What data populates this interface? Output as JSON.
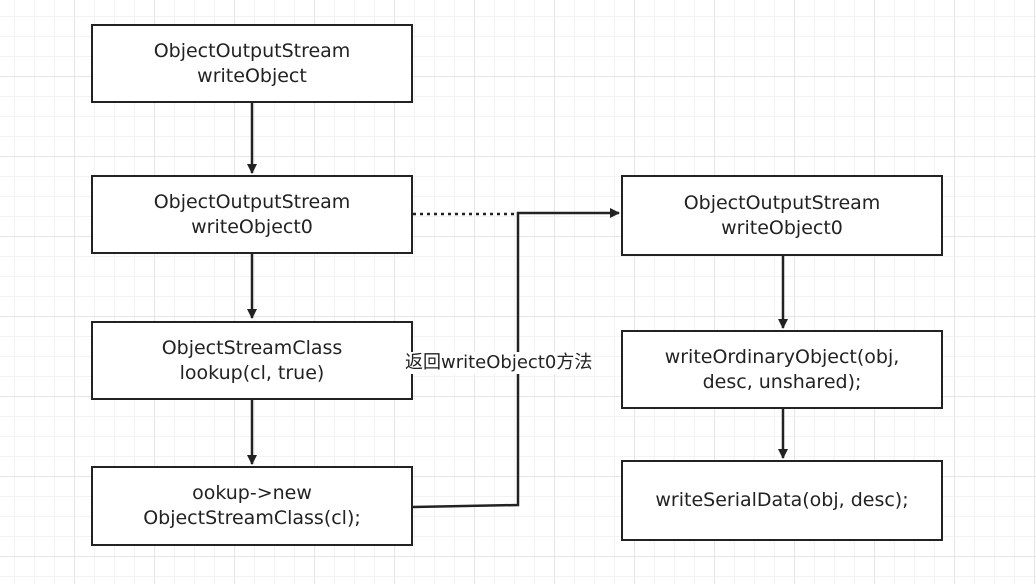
{
  "nodes": {
    "n1": {
      "line1": "ObjectOutputStream",
      "line2": "writeObject"
    },
    "n2": {
      "line1": "ObjectOutputStream",
      "line2": "writeObject0"
    },
    "n3": {
      "line1": "ObjectStreamClass",
      "line2": "lookup(cl, true)"
    },
    "n4": {
      "line1": "ookup->new",
      "line2": "ObjectStreamClass(cl);"
    },
    "n5": {
      "line1": "ObjectOutputStream",
      "line2": "writeObject0"
    },
    "n6": {
      "line1": "writeOrdinaryObject(obj,",
      "line2": "desc, unshared);"
    },
    "n7": {
      "line1": "writeSerialData(obj, desc);"
    }
  },
  "edges": {
    "return_label": "返回writeObject0方法"
  },
  "colors": {
    "stroke": "#222222",
    "grid": "#e6e6e6",
    "background": "#ffffff"
  }
}
